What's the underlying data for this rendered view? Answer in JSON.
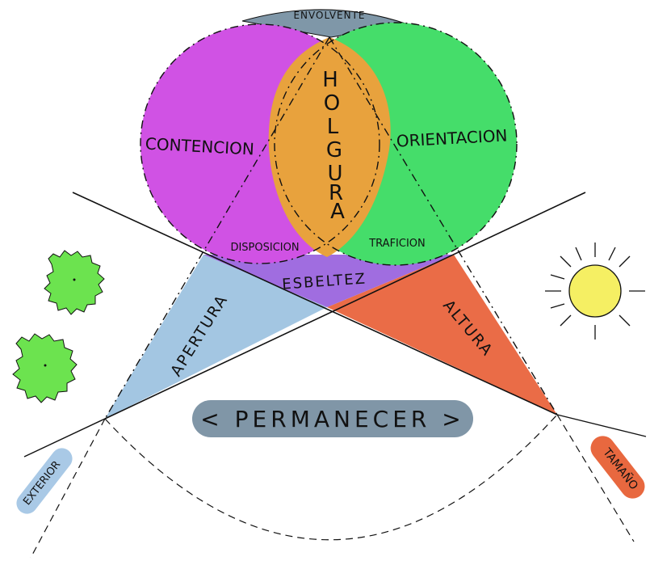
{
  "labels": {
    "envolvente": "ENVOLVENTE",
    "holgura": [
      "H",
      "O",
      "L",
      "G",
      "U",
      "R",
      "A"
    ],
    "contencion": "CONTENCION",
    "orientacion": "ORIENTACION",
    "disposicion": "DISPOSICION",
    "traficion": "TRAFICION",
    "esbeltez": "ESBELTEZ",
    "apertura": "APERTURA",
    "altura": "ALTURA",
    "permanecer": "< PERMANECER >",
    "exterior": "EXTERIOR",
    "tamano": "TAMAÑO"
  },
  "colors": {
    "contencion": "#d052e4",
    "orientacion": "#45dd6a",
    "holgura": "#e8a23d",
    "esbeltez": "#a06de0",
    "apertura": "#a3c6e2",
    "altura": "#ea6c47",
    "envolvente": "#7f97a8",
    "permanecer": "#8096a7",
    "exterior": "#a9c9e6",
    "tamano": "#e8683f",
    "tree": "#6ce34f",
    "sun": "#f5ef63"
  },
  "icons": [
    "tree-icon",
    "tree-icon",
    "sun-icon"
  ]
}
